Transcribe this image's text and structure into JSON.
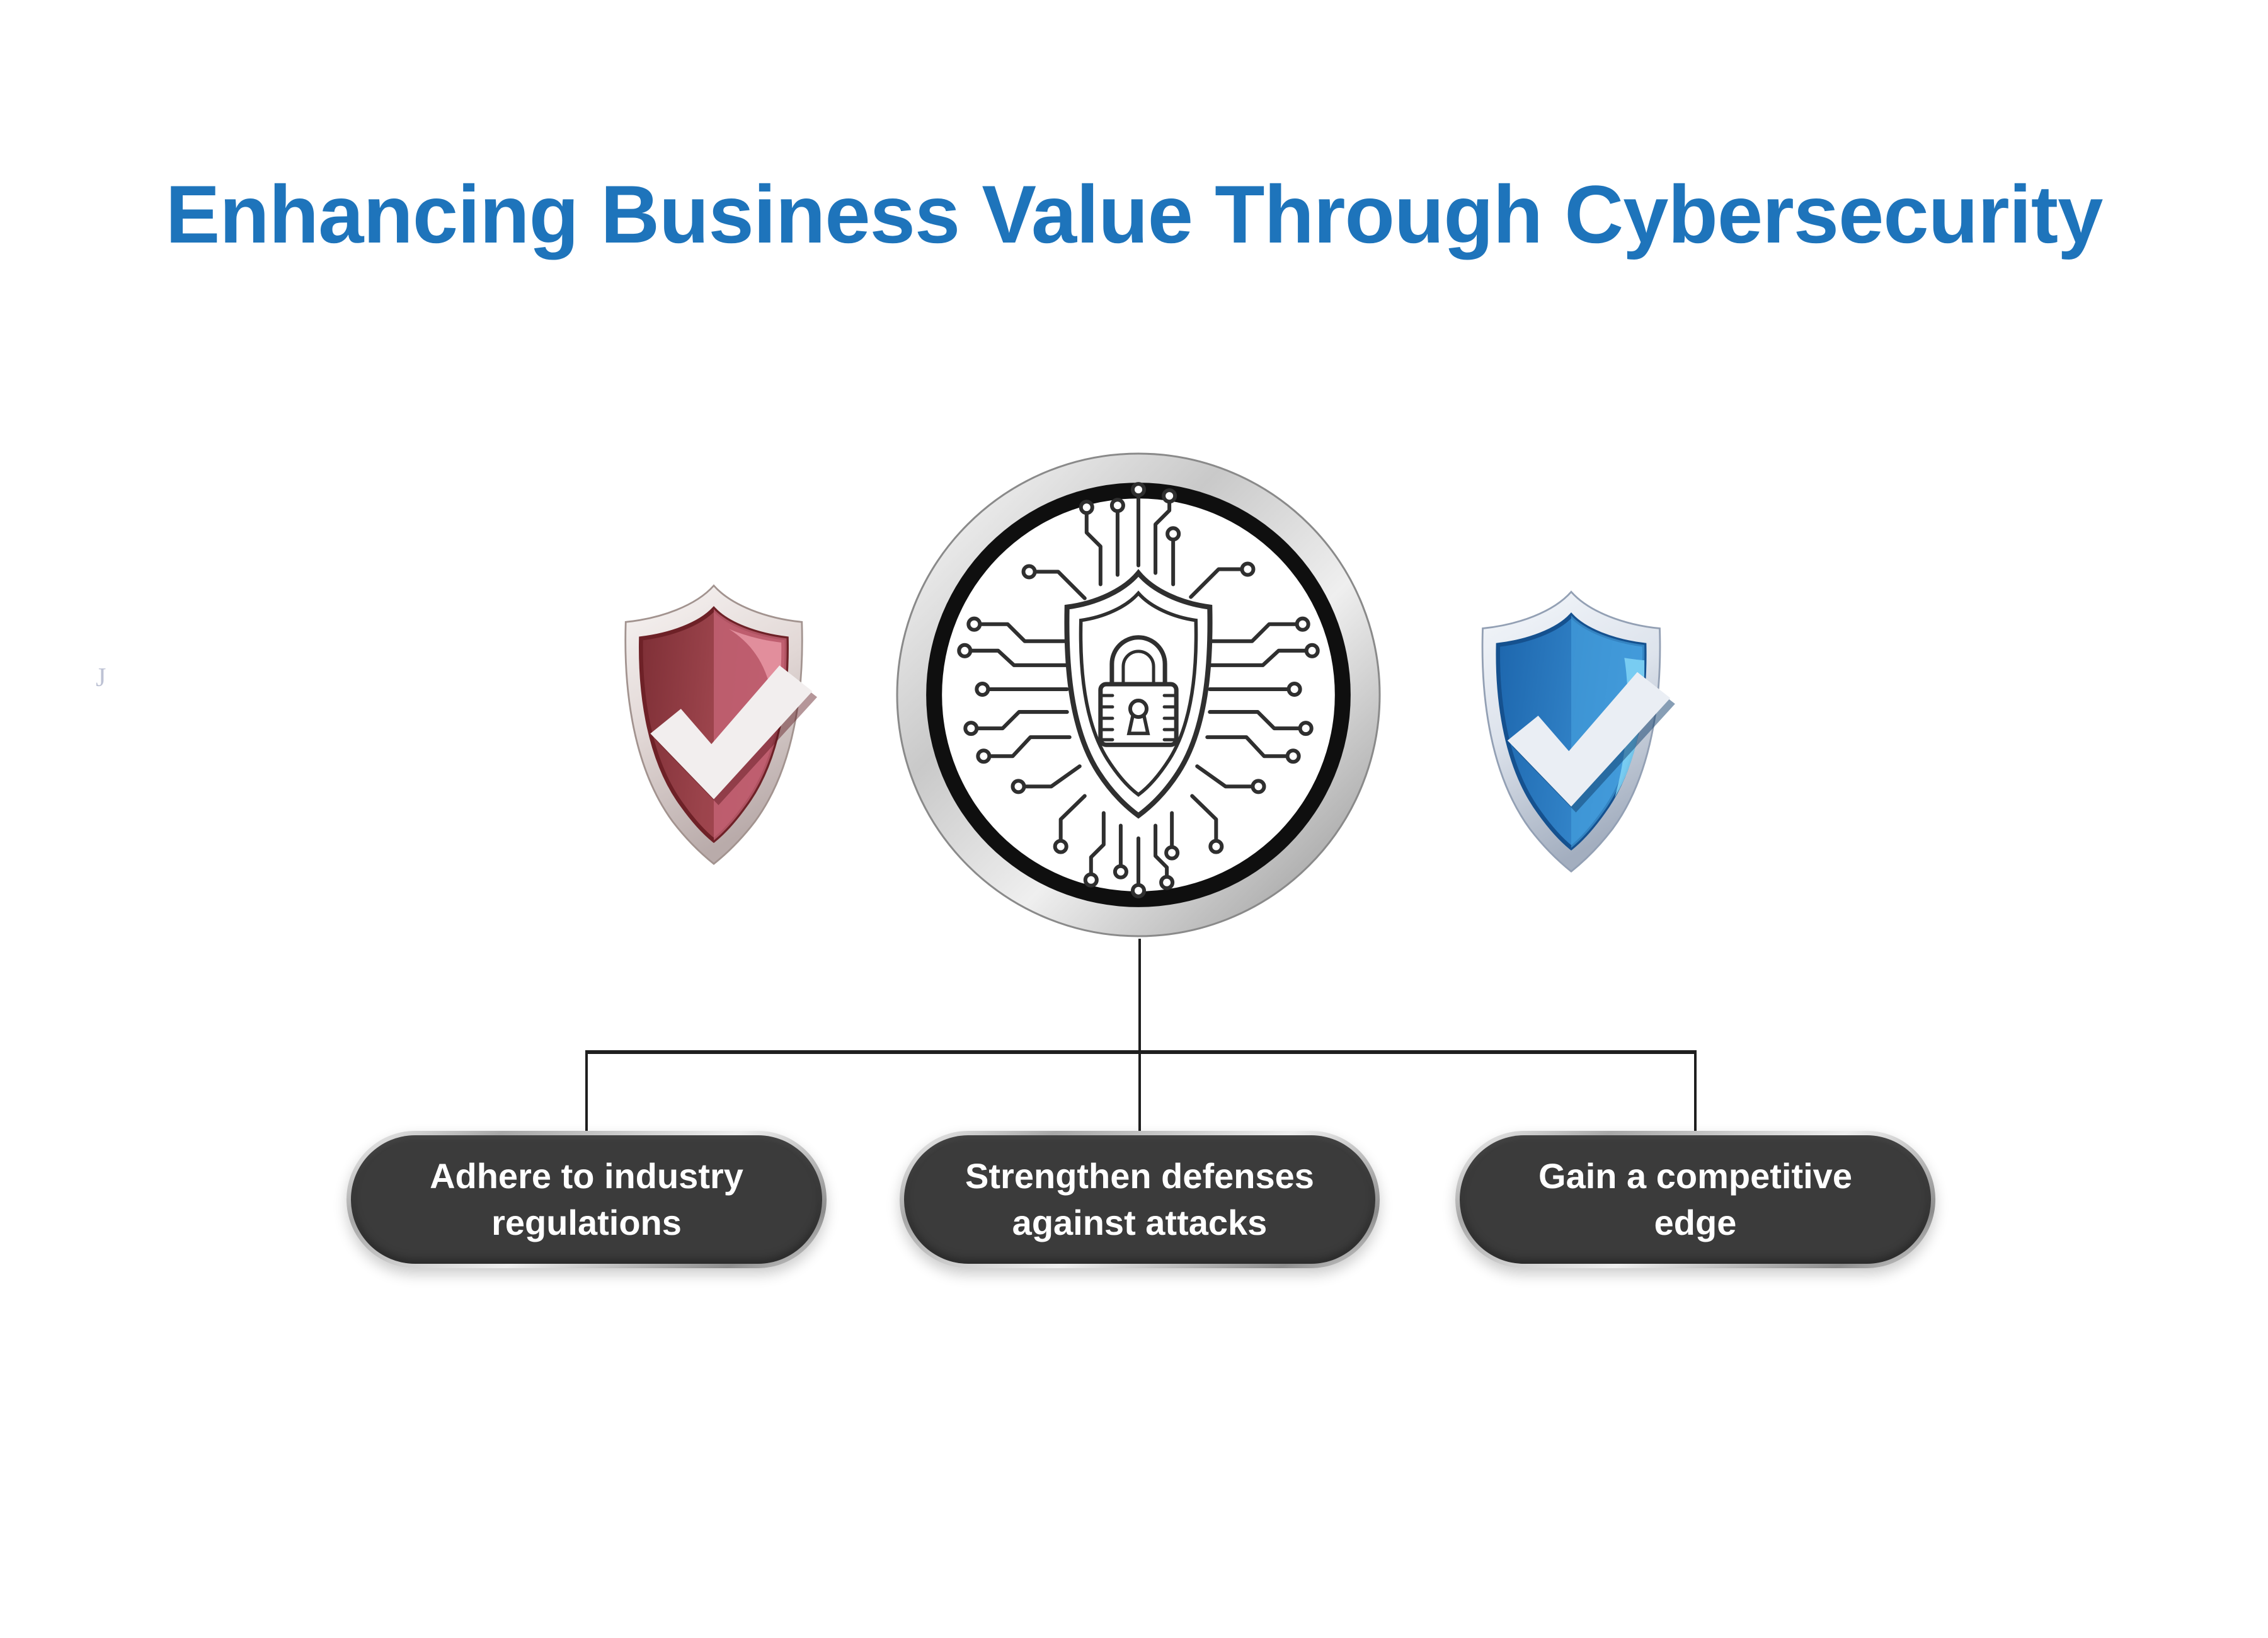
{
  "title": {
    "text": "Enhancing Business Value Through Cybersecurity"
  },
  "artifact": {
    "text": "J"
  },
  "colors": {
    "title": "#1e74bb",
    "pill-bg": "#3b3b3b",
    "pill-text": "#ffffff",
    "connector": "#1f1f1f",
    "artifact": "#a7aec6",
    "red-shield": "#9c444c",
    "red-shield-highlight": "#c9667a",
    "blue-shield": "#2e7ec3",
    "blue-shield-highlight": "#7ed2f4",
    "checkmark": "#f2eeee",
    "badge-ring": "#c9c9c9",
    "badge-line": "#2f2f2f"
  },
  "icons": {
    "left": "red-shield-checkmark",
    "center": "shield-lock-circuit-badge",
    "right": "blue-shield-checkmark"
  },
  "benefits": [
    {
      "lines": [
        "Adhere to industry",
        "regulations"
      ]
    },
    {
      "lines": [
        "Strengthen defenses",
        "against attacks"
      ]
    },
    {
      "lines": [
        "Gain a competitive",
        "edge"
      ]
    }
  ]
}
